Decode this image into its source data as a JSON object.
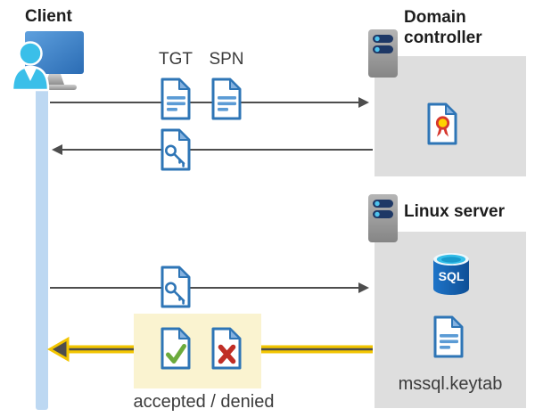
{
  "diagram": {
    "client": {
      "label": "Client"
    },
    "domain_controller": {
      "label": "Domain controller"
    },
    "linux_server": {
      "label": "Linux server",
      "sql_label": "SQL",
      "keytab_label": "mssql.keytab"
    },
    "request": {
      "tgt_label": "TGT",
      "spn_label": "SPN"
    },
    "response": {
      "label": "accepted / denied"
    },
    "icons": [
      "client-computer-user-icon",
      "server-icon",
      "document-icon",
      "key-ticket-icon",
      "certificate-icon",
      "sql-database-icon",
      "accepted-check-icon",
      "denied-cross-icon"
    ],
    "colors": {
      "doc_border_blue": "#2e75b6",
      "doc_line_blue": "#5b9bd5",
      "client_cyan": "#3abfe9",
      "timeline_blue": "#bdd8f2",
      "box_gray": "#dedede",
      "server_pill_navy": "#1e3866",
      "sql_blue": "#1464b4",
      "arrow_gray": "#4d4d4d",
      "highlight_yellow": "#faf3d0",
      "arrow_yellow": "#f2c500",
      "accepted_green": "#6cab3c",
      "denied_red": "#c02e26",
      "cert_red": "#d6372e",
      "cert_yellow": "#ffd200"
    }
  }
}
